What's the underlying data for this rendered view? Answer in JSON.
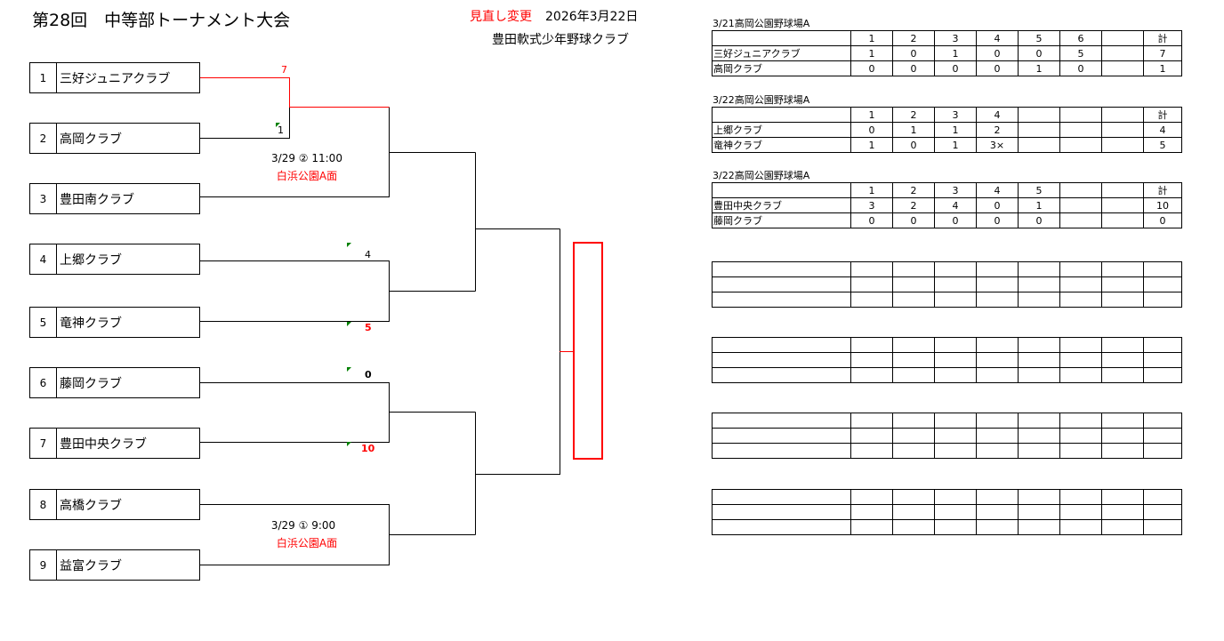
{
  "header": {
    "title": "第28回　中等部トーナメント大会",
    "revision": "見直し変更",
    "date": "2026年3月22日",
    "organizer": "豊田軟式少年野球クラブ"
  },
  "teams": [
    {
      "no": "1",
      "name": "三好ジュニアクラブ"
    },
    {
      "no": "2",
      "name": "高岡クラブ"
    },
    {
      "no": "3",
      "name": "豊田南クラブ"
    },
    {
      "no": "4",
      "name": "上郷クラブ"
    },
    {
      "no": "5",
      "name": "竜神クラブ"
    },
    {
      "no": "6",
      "name": "藤岡クラブ"
    },
    {
      "no": "7",
      "name": "豊田中央クラブ"
    },
    {
      "no": "8",
      "name": "高橋クラブ"
    },
    {
      "no": "9",
      "name": "益富クラブ"
    }
  ],
  "scores": {
    "m1_top": "7",
    "m1_bot": "1",
    "m3_top": "4",
    "m3_bot": "5",
    "m4_top": "0",
    "m4_bot": "10"
  },
  "matches": [
    {
      "when": "3/29 ② 11:00",
      "venue": "白浜公園A面"
    },
    {
      "when": "3/29 ① 9:00",
      "venue": "白浜公園A面"
    }
  ],
  "scoreboards": [
    {
      "caption": "3/21高岡公園野球場A",
      "header": [
        "",
        "1",
        "2",
        "3",
        "4",
        "5",
        "6",
        "",
        "計"
      ],
      "rows": [
        [
          "三好ジュニアクラブ",
          "1",
          "0",
          "1",
          "0",
          "0",
          "5",
          "",
          "7"
        ],
        [
          "高岡クラブ",
          "0",
          "0",
          "0",
          "0",
          "1",
          "0",
          "",
          "1"
        ]
      ]
    },
    {
      "caption": "3/22高岡公園野球場A",
      "header": [
        "",
        "1",
        "2",
        "3",
        "4",
        "",
        "",
        "",
        "計"
      ],
      "rows": [
        [
          "上郷クラブ",
          "0",
          "1",
          "1",
          "2",
          "",
          "",
          "",
          "4"
        ],
        [
          "竜神クラブ",
          "1",
          "0",
          "1",
          "3×",
          "",
          "",
          "",
          "5"
        ]
      ]
    },
    {
      "caption": "3/22高岡公園野球場A",
      "header": [
        "",
        "1",
        "2",
        "3",
        "4",
        "5",
        "",
        "",
        "計"
      ],
      "rows": [
        [
          "豊田中央クラブ",
          "3",
          "2",
          "4",
          "0",
          "1",
          "",
          "",
          "10"
        ],
        [
          "藤岡クラブ",
          "0",
          "0",
          "0",
          "0",
          "0",
          "",
          "",
          "0"
        ]
      ]
    }
  ],
  "colors": {
    "winner": "#ff0000",
    "flag": "#008000"
  }
}
